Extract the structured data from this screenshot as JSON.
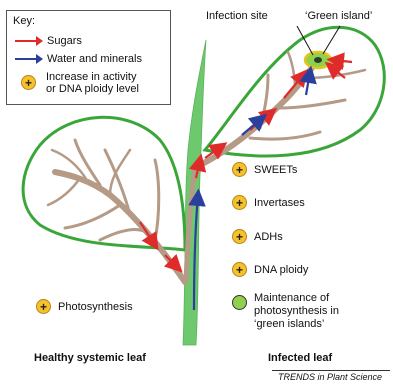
{
  "key": {
    "title": "Key:",
    "sugars": "Sugars",
    "water": "Water and minerals",
    "increase_line1": "Increase in activity",
    "increase_line2": "or DNA ploidy level"
  },
  "labels": {
    "infection_site": "Infection site",
    "green_island": "‘Green island’",
    "healthy_leaf": "Healthy systemic leaf",
    "infected_leaf": "Infected leaf",
    "photosynthesis": "Photosynthesis",
    "sweets": "SWEETs",
    "invertases": "Invertases",
    "adhs": "ADHs",
    "dna_ploidy": "DNA ploidy",
    "maintenance_line1": "Maintenance of",
    "maintenance_line2": "photosynthesis  in",
    "maintenance_line3": "‘green islands’",
    "credit": "TRENDS in Plant Science"
  },
  "icons": {
    "plus": "+"
  },
  "colors": {
    "sugar_arrow": "#e02b2b",
    "water_arrow": "#2b3f9e",
    "leaf_outline": "#3aa63a",
    "stem_fill": "#6ec86e",
    "vein": "#b59a86",
    "plus_bg": "#f6c12c",
    "green_island_fill": "#8fd14f"
  }
}
